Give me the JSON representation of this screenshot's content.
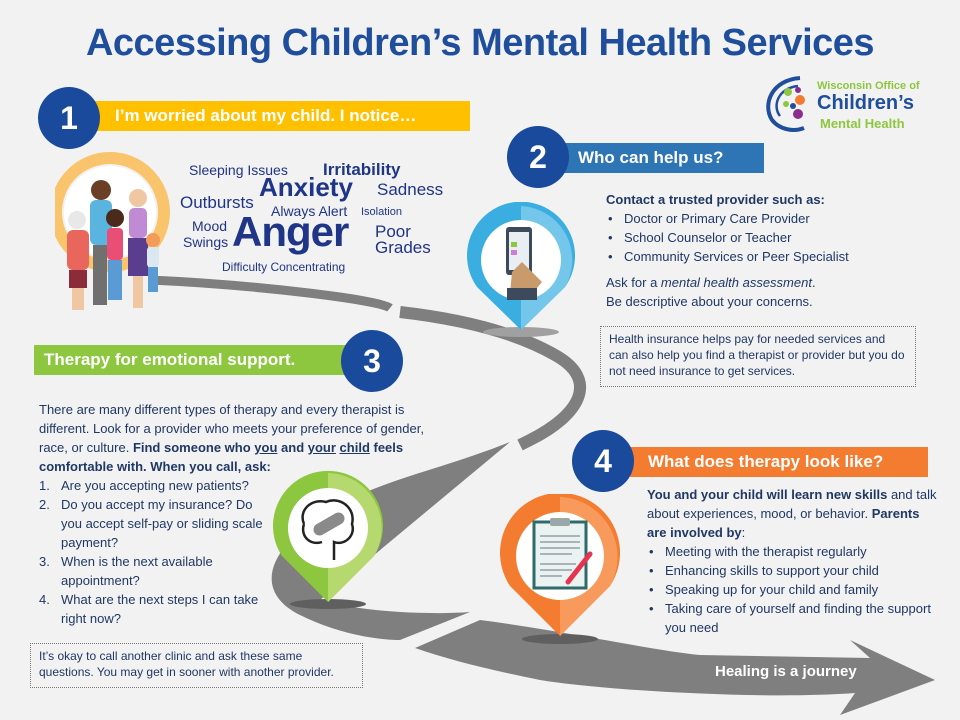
{
  "title": "Accessing Children’s Mental Health Services",
  "logo": {
    "line1": "Wisconsin Office of",
    "line2": "Children’s",
    "line3": "Mental Health"
  },
  "colors": {
    "navy": "#1a4a9c",
    "yellow": "#ffc000",
    "blue": "#2e75b6",
    "green": "#8dc63f",
    "orange": "#f47c30",
    "road": "#7f7f7f",
    "background": "#f2f2f2"
  },
  "step1": {
    "number": "1",
    "heading": "I’m worried about my child. I notice…",
    "words": {
      "sleeping": "Sleeping Issues",
      "irritability": "Irritability",
      "anxiety": "Anxiety",
      "sadness": "Sadness",
      "outbursts": "Outbursts",
      "always_alert": "Always Alert",
      "isolation": "Isolation",
      "mood": "Mood",
      "swings": "Swings",
      "anger": "Anger",
      "poor": "Poor",
      "grades": "Grades",
      "difficulty": "Difficulty Concentrating"
    }
  },
  "step2": {
    "number": "2",
    "heading": "Who can help us?",
    "intro": "Contact a trusted provider such as:",
    "providers": [
      "Doctor or Primary Care Provider",
      "School Counselor or Teacher",
      "Community Services or Peer Specialist"
    ],
    "ask_prefix": "Ask for a ",
    "ask_em": "mental health assessment",
    "ask_suffix": ".",
    "descriptive": "Be descriptive about your concerns.",
    "note": "Health insurance helps pay for needed services and can also help you find a therapist or provider but you do not need insurance to get services."
  },
  "step3": {
    "number": "3",
    "heading": "Therapy  for emotional  support.",
    "para": "There are many different types of therapy and every therapist is different. Look for a provider who meets your preference of gender, race, or culture. ",
    "bold1": "Find someone who ",
    "you": "you",
    "and": " and ",
    "your": "your",
    "child": "child",
    "bold2": " feels comfortable with. When you call, ask:",
    "questions": [
      {
        "n": "1.",
        "text": "Are you accepting new patients?"
      },
      {
        "n": "2.",
        "text": "Do you accept my insurance? Do you accept self-pay or sliding scale payment?"
      },
      {
        "n": "3.",
        "text": "When is the next available appointment?"
      },
      {
        "n": "4.",
        "text": "What are the next steps I can take right now?"
      }
    ],
    "note": "It’s okay to call another clinic and ask these same questions. You may get in sooner with another provider."
  },
  "step4": {
    "number": "4",
    "heading": "What does therapy look like?",
    "bold_intro": "You and your child will learn new skills",
    "intro_rest": " and talk about experiences, mood, or behavior. ",
    "parents": "Parents are involved by",
    "colon": ":",
    "items": [
      "Meeting with the therapist regularly",
      "Enhancing skills to support your child",
      "Speaking up for your child and family",
      "Taking care of yourself and finding the support you need"
    ]
  },
  "footer": {
    "journey": "Healing is a journey"
  }
}
